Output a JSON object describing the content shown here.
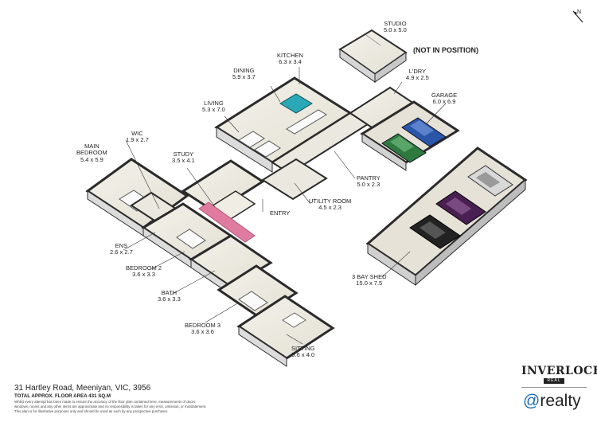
{
  "rooms": {
    "studio": {
      "name": "STUDIO",
      "dims": "5.0 x 5.0"
    },
    "kitchen": {
      "name": "KITCHEN",
      "dims": "6.3 x 3.4"
    },
    "dining": {
      "name": "DINING",
      "dims": "5.9 x 3.7"
    },
    "laundry": {
      "name": "L'DRY",
      "dims": "4.9 x 2.5"
    },
    "garage": {
      "name": "GARAGE",
      "dims": "6.0 x 6.9"
    },
    "living": {
      "name": "LIVING",
      "dims": "5.3 x 7.0"
    },
    "wic": {
      "name": "WIC",
      "dims": "1.9 x 2.7"
    },
    "main_bedroom": {
      "name_line1": "MAIN",
      "name_line2": "BEDROOM",
      "dims": "5.4 x 5.9"
    },
    "study": {
      "name": "STUDY",
      "dims": "3.5 x 4.1"
    },
    "pantry": {
      "name": "PANTRY",
      "dims": "5.0 x 2.3"
    },
    "entry": {
      "name": "ENTRY"
    },
    "utility": {
      "name": "UTILITY ROOM",
      "dims": "4.5 x 2.3"
    },
    "ens": {
      "name": "ENS",
      "dims": "2.6 x 2.7"
    },
    "bedroom2": {
      "name": "BEDROOM 2",
      "dims": "3.6 x 3.3"
    },
    "shed": {
      "name": "3 BAY SHED",
      "dims": "15.0 x 7.5"
    },
    "bath": {
      "name": "BATH",
      "dims": "3.6 x 3.3"
    },
    "bedroom3": {
      "name": "BEDROOM 3",
      "dims": "3.6 x 3.6"
    },
    "sitting": {
      "name": "SITTING",
      "dims": "5.6 x 4.0"
    }
  },
  "not_in_position": "(NOT IN POSITION)",
  "footer": {
    "address": "31 Hartley Road, Meeniyan, VIC, 3956",
    "total_area": "TOTAL APPROX. FLOOR AREA 431 SQ.M",
    "disclaimer_1": "Whilst every attempt has been made to ensure the accuracy of the floor plan contained here, measurements of doors,",
    "disclaimer_2": "windows, rooms and any other items are approximate and no responsibility is taken for any error, omission, or misstatement.",
    "disclaimer_3": "This plan is for illustrative purposes only and should be used as such by any prospective purchaser."
  },
  "branding": {
    "name": "INVERLOCH",
    "tagline": "REAL",
    "at": "@",
    "realty": "realty",
    "accent": "#1b6fb8"
  },
  "compass": {
    "letter": "N",
    "icon": "north-arrow-icon"
  },
  "colors": {
    "wall": "#2b2b2b",
    "floor": "#efece4",
    "floor_alt": "#e6e2d7",
    "wall_side": "#d9d9d9",
    "bed_pink": "#e07ba0"
  }
}
